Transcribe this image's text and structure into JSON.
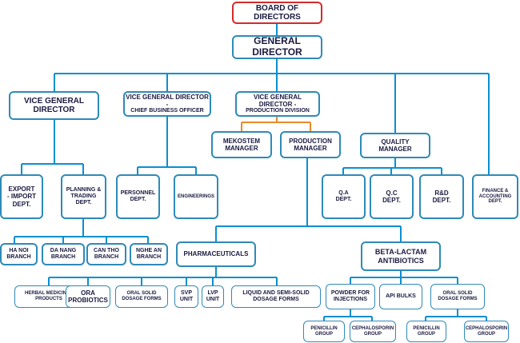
{
  "board": "BOARD OF DIRECTORS",
  "general_director": "GENERAL DIRECTOR",
  "vgd": "VICE GENERAL\nDIRECTOR",
  "vgd_business_1": "VICE GENERAL DIRECTOR -",
  "vgd_business_2": "CHIEF BUSINESS OFFICER",
  "vgd_production_1": "VICE GENERAL DIRECTOR -",
  "vgd_production_2": "PRODUCTION DIVISION",
  "mekostem": "MEKOSTEM\nMANAGER",
  "production_manager": "PRODUCTION\nMANAGER",
  "quality_manager": "QUALITY\nMANAGER",
  "export_import": "EXPORT\n- IMPORT\nDEPT.",
  "planning_trading": "PLANNING &\nTRADING\nDEPT.",
  "personnel": "PERSONNEL\nDEPT.",
  "engineerings": "ENGINEERINGS",
  "qa": "Q.A\nDEPT.",
  "qc": "Q.C\nDEPT.",
  "rd": "R&D\nDEPT.",
  "finance": "FINANCE &\nACCOUNTING\nDEPT.",
  "branches": [
    "HA NOI\nBRANCH",
    "DA NANG\nBRANCH",
    "CAN THO\nBRANCH",
    "NGHE AN\nBRANCH"
  ],
  "pharmaceuticals": "PHARMACEUTICALS",
  "beta_lactam": "BETA-LACTAM\nANTIBIOTICS",
  "herbal": "HERBAL MEDICINAL\nPRODUCTS",
  "ora_probiotics": "ORA\nPROBIOTICS",
  "oral_solid_1": "ORAL SOLID\nDOSAGE FORMS",
  "svp": "SVP\nUNIT",
  "lvp": "LVP\nUNIT",
  "liquid": "LIQUID AND SEMI-SOLID\nDOSAGE FORMS",
  "powder": "POWDER FOR\nINJECTIONS",
  "api": "API BULKS",
  "oral_solid_2": "ORAL SOLID\nDOSAGE FORMS",
  "penicillin_1": "PENICILLIN\nGROUP",
  "cephalosporin_1": "CEPHALOSPORIN\nGROUP",
  "penicillin_2": "PENICILLIN\nGROUP",
  "cephalosporin_2": "CEPHALOSPORIN\nGROUP",
  "colors": {
    "line": "#0a8fd0",
    "box_border": "#2e8ab8",
    "board_border": "#d42a2a",
    "mekostem_line": "#e8892a",
    "text": "#1a1a40"
  }
}
